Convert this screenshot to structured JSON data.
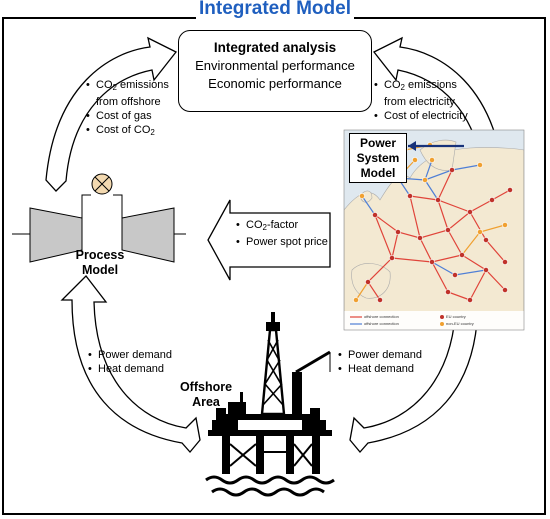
{
  "title": "Integrated Model",
  "analysis": {
    "heading": "Integrated analysis",
    "line1": "Environmental performance",
    "line2": "Economic performance"
  },
  "left_top_list": {
    "item1_pre": "CO",
    "item1_sub": "2",
    "item1_post": " emissions",
    "item1_line2": "from offshore",
    "item2": "Cost of gas",
    "item3_pre": "Cost of CO",
    "item3_sub": "2"
  },
  "right_top_list": {
    "item1_pre": "CO",
    "item1_sub": "2",
    "item1_post": " emissions",
    "item1_line2": "from electricity",
    "item2": "Cost of electricity"
  },
  "middle_list": {
    "item1_pre": "CO",
    "item1_sub": "2",
    "item1_post": "-factor",
    "item2": "Power spot price"
  },
  "left_bottom_list": {
    "item1": "Power demand",
    "item2": "Heat demand"
  },
  "right_bottom_list": {
    "item1": "Power demand",
    "item2": "Heat demand"
  },
  "process_model": {
    "line1": "Process",
    "line2": "Model"
  },
  "power_system_model": {
    "line1": "Power",
    "line2": "System",
    "line3": "Model"
  },
  "offshore_area": {
    "line1": "Offshore",
    "line2": "Area"
  },
  "map_legend": {
    "offshore": "offshore connection",
    "eu": "EU country",
    "offshore2": "offshore connection",
    "noneu": "non-EU country"
  },
  "colors": {
    "title": "#1f5fbf",
    "arrow_fill": "#ffffff",
    "map_sea": "#dfe8ef",
    "map_land": "#f3e9d2",
    "grid_red": "#e0443a",
    "grid_blue": "#4f7fd6",
    "grid_orange": "#f0a030",
    "psm_arrow": "#17327a",
    "turbine": "#c8c8c8",
    "valve": "#f3d9b0"
  }
}
